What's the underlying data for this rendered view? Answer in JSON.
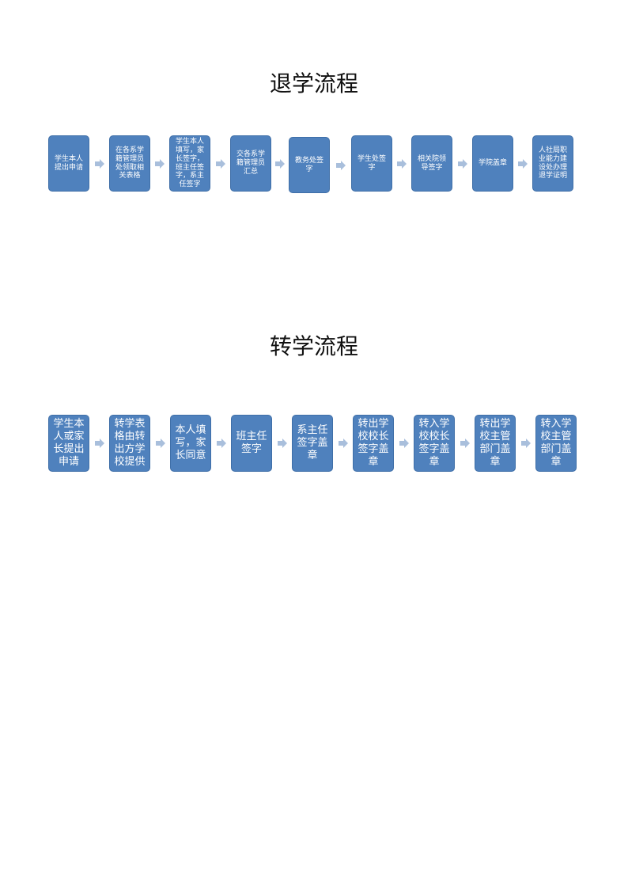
{
  "withdraw": {
    "title": "退学流程",
    "steps": [
      "学生本人提出申请",
      "在各系学籍管理员处领取相关表格",
      "学生本人填写，家长签字，班主任签字，系主任签字",
      "交各系学籍管理员汇总",
      "教务处签字",
      "学生处签字",
      "相关院领导签字",
      "学院盖章",
      "人社局职业能力建设处办理退学证明"
    ]
  },
  "transfer": {
    "title": "转学流程",
    "steps": [
      "学生本人或家长提出申请",
      "转学表格由转出方学校提供",
      "本人填写，家长同意",
      "班主任签字",
      "系主任签字盖章",
      "转出学校校长签字盖章",
      "转入学校校长签字盖章",
      "转出学校主管部门盖章",
      "转入学校主管部门盖章"
    ]
  },
  "colors": {
    "box": "#4f81bd",
    "arrow": "#a9bfdc"
  },
  "icons": {
    "arrow": "right-arrow-icon"
  }
}
